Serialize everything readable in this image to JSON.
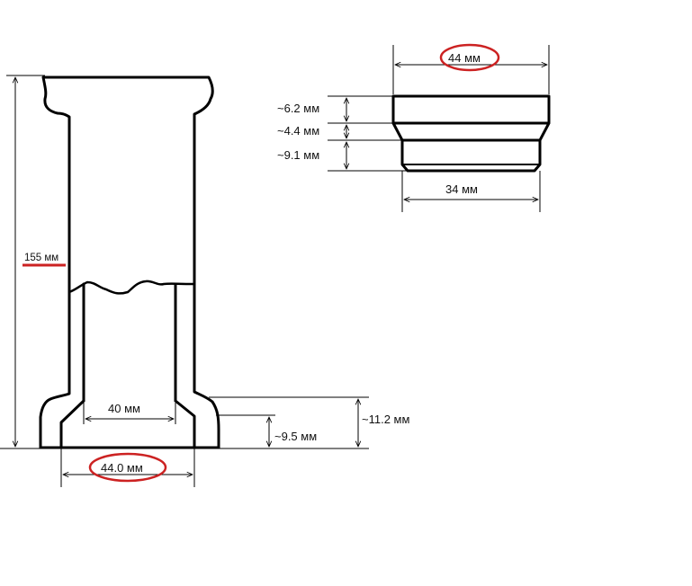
{
  "labels": {
    "overall_height": "155 мм",
    "inner_width": "40 мм",
    "base_width": "44.0 мм",
    "flange_height": "~11.2 мм",
    "lip_height": "~9.5 мм",
    "cap_top_width": "44 мм",
    "cap_top_band": "~6.2 мм",
    "cap_taper": "~4.4 мм",
    "cap_lower_band": "~9.1 мм",
    "cap_bottom_width": "34 мм"
  },
  "colors": {
    "stroke": "#000000",
    "highlight": "#cc2222"
  }
}
